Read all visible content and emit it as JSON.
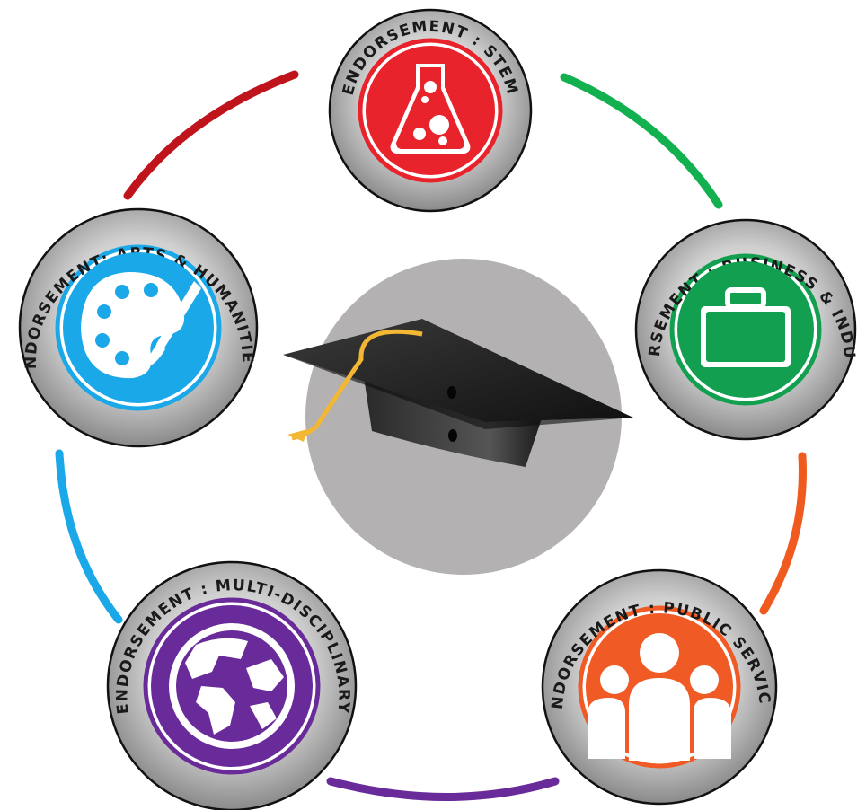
{
  "nodes": [
    {
      "id": "stem",
      "label": "ENDORSEMENT : STEM",
      "icon": "flask-icon",
      "color": "#e8232b"
    },
    {
      "id": "business",
      "label": "ENDORSEMENT : BUSINESS & INDUSTRY",
      "icon": "briefcase-icon",
      "color": "#12a050"
    },
    {
      "id": "public",
      "label": "ENDORSEMENT : PUBLIC SERVICES",
      "icon": "people-icon",
      "color": "#f05a24"
    },
    {
      "id": "multi",
      "label": "ENDORSEMENT : MULTI-DISCIPLINARY",
      "icon": "globe-icon",
      "color": "#6a2b9a"
    },
    {
      "id": "arts",
      "label": "ENDORSEMENT:  ARTS & HUMANITIES",
      "icon": "palette-icon",
      "color": "#1ba8e8"
    }
  ],
  "connectors": [
    {
      "from": "arts",
      "to": "stem",
      "color": "#c0141c"
    },
    {
      "from": "stem",
      "to": "business",
      "color": "#12b04f"
    },
    {
      "from": "business",
      "to": "public",
      "color": "#f05a1e"
    },
    {
      "from": "public",
      "to": "multi",
      "color": "#6a2b9a"
    },
    {
      "from": "multi",
      "to": "arts",
      "color": "#1ba8e8"
    }
  ],
  "center": {
    "icon": "graduation-cap-icon",
    "background": "#b3b1b2"
  }
}
